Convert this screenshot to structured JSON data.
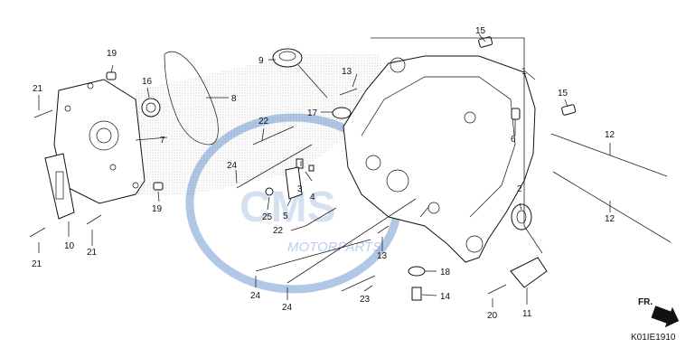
{
  "diagram": {
    "code": "K01IE1910",
    "fr_label": "FR.",
    "callouts": [
      "1",
      "2",
      "3",
      "4",
      "5",
      "6",
      "7",
      "8",
      "9",
      "10",
      "11",
      "12",
      "12",
      "13",
      "13",
      "14",
      "15",
      "15",
      "16",
      "17",
      "18",
      "19",
      "19",
      "20",
      "21",
      "21",
      "21",
      "22",
      "22",
      "23",
      "24",
      "24",
      "24",
      "25"
    ],
    "watermark": {
      "text": "MOTORPARTS",
      "color": "#1f5fb8"
    },
    "colors": {
      "line": "#111111",
      "background": "#ffffff"
    }
  }
}
